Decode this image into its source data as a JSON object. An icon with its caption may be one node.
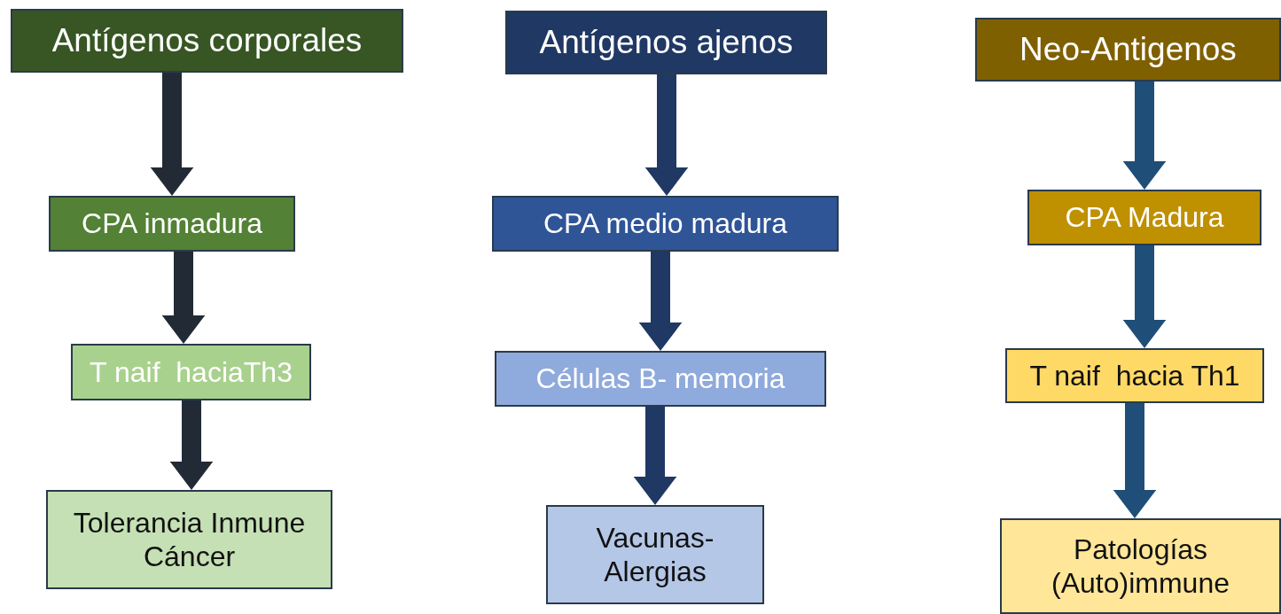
{
  "diagram": {
    "nodes": [
      {
        "text": [
          "Antígenos corporales"
        ]
      },
      {
        "text": [
          "CPA inmadura"
        ]
      },
      {
        "text": [
          "T naif  haciaTh3"
        ]
      },
      {
        "text": [
          "Tolerancia Inmune Cáncer"
        ]
      },
      {
        "text": [
          "Antígenos ajenos"
        ]
      },
      {
        "text": [
          "CPA medio madura"
        ]
      },
      {
        "text": [
          "Células B- memoria"
        ]
      },
      {
        "text": [
          "Vacunas- Alergias"
        ]
      },
      {
        "text": [
          "Neo-Antigenos"
        ]
      },
      {
        "text": [
          "CPA Madura"
        ]
      },
      {
        "text": [
          "T naif  hacia Th1"
        ]
      },
      {
        "text": [
          "Patologías (Auto)immune"
        ]
      }
    ],
    "edges": [
      {
        "from": 0,
        "to": 1,
        "arrow": "to",
        "color": "#222a36"
      },
      {
        "from": 1,
        "to": 2,
        "arrow": "to",
        "color": "#222a36"
      },
      {
        "from": 2,
        "to": 3,
        "arrow": "to",
        "color": "#222a36"
      },
      {
        "from": 4,
        "to": 5,
        "arrow": "to",
        "color": "#203864"
      },
      {
        "from": 5,
        "to": 6,
        "arrow": "to",
        "color": "#203864"
      },
      {
        "from": 6,
        "to": 7,
        "arrow": "to",
        "color": "#203864"
      },
      {
        "from": 8,
        "to": 9,
        "arrow": "to",
        "color": "#1f4e79"
      },
      {
        "from": 9,
        "to": 10,
        "arrow": "to",
        "color": "#1f4e79"
      },
      {
        "from": 10,
        "to": 11,
        "arrow": "to",
        "color": "#1f4e79"
      }
    ]
  }
}
